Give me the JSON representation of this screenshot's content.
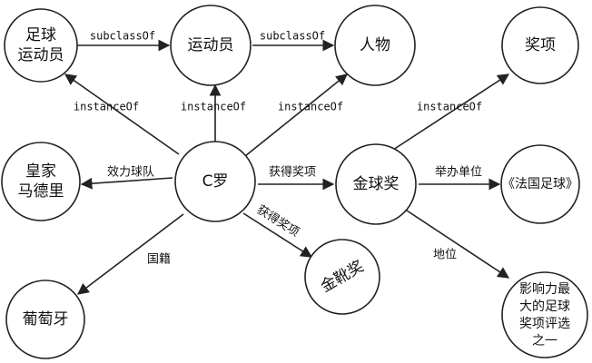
{
  "nodes": {
    "football_player": [
      "足球",
      "运动员"
    ],
    "athlete": "运动员",
    "person": "人物",
    "award": "奖项",
    "real_madrid": [
      "皇家",
      "马德里"
    ],
    "c_ronaldo": "C罗",
    "ballon_dor": "金球奖",
    "france_football": "《法国足球》",
    "golden_boot": "金靴奖",
    "portugal": "葡萄牙",
    "status_value": [
      "影响力最",
      "大的足球",
      "奖项评选",
      "之一"
    ]
  },
  "edges": {
    "subclass_1": "subclassOf",
    "subclass_2": "subclassOf",
    "instance_player": "instanceOf",
    "instance_athlete": "instanceOf",
    "instance_person": "instanceOf",
    "instance_award": "instanceOf",
    "plays_for": "效力球队",
    "won_ballon": "获得奖项",
    "won_boot": "获得奖项",
    "nationality": "国籍",
    "organizer": "举办单位",
    "status": "地位"
  }
}
